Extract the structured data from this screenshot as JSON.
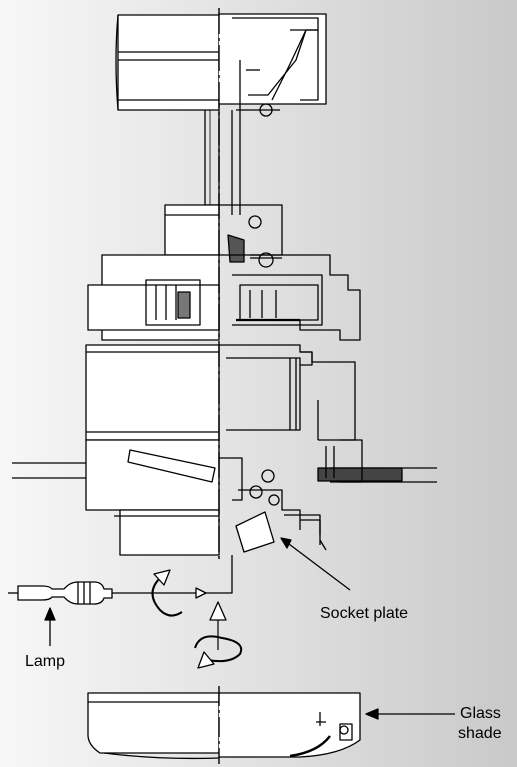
{
  "labels": {
    "socket_plate": "Socket plate",
    "lamp": "Lamp",
    "glass_shade_line1": "Glass",
    "glass_shade_line2": "shade"
  }
}
